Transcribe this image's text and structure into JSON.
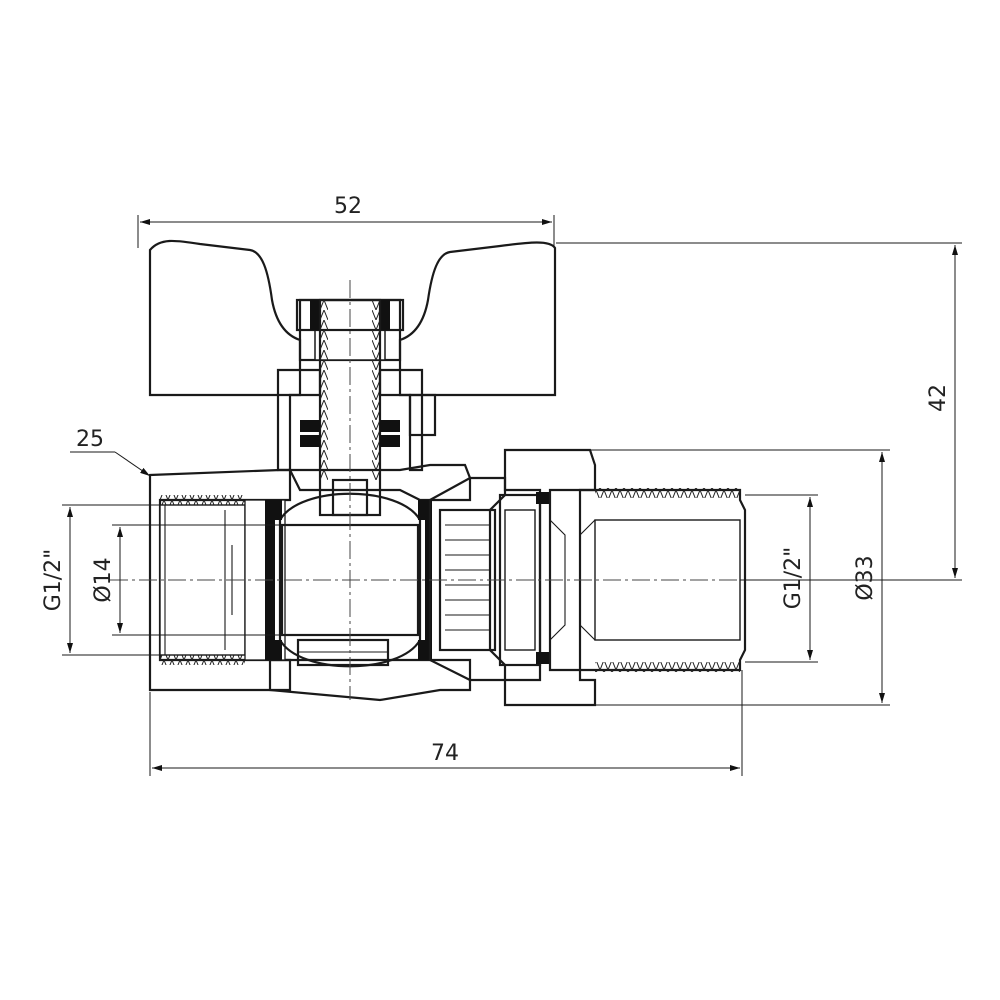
{
  "drawing": {
    "dimensions": {
      "handle_width": "52",
      "total_height": "42",
      "wrench_size": "25",
      "thread_left": "G1/2\"",
      "bore": "Ø14",
      "thread_right": "G1/2\"",
      "nut_diameter": "Ø33",
      "total_length": "74"
    }
  }
}
